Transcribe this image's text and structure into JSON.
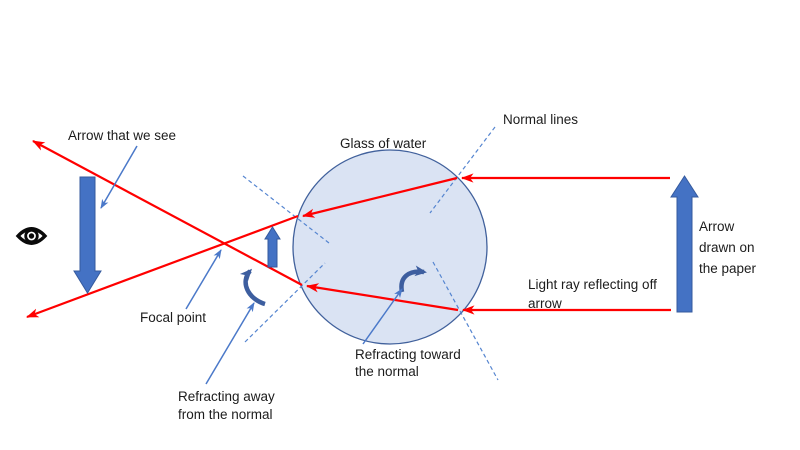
{
  "diagram": {
    "subject": "light-refraction-through-glass-of-water",
    "labels": {
      "arrow_we_see": {
        "text": "Arrow that we see"
      },
      "glass_of_water": {
        "text": "Glass of water"
      },
      "normal_lines": {
        "text": "Normal lines"
      },
      "arrow_drawn": {
        "lines": [
          "Arrow",
          "drawn on",
          "the paper"
        ]
      },
      "light_ray": {
        "lines": [
          "Light ray reflecting off",
          "arrow"
        ]
      },
      "focal_point": {
        "text": "Focal point"
      },
      "refracting_away": {
        "lines": [
          "Refracting away",
          "from the normal"
        ]
      },
      "refracting_toward": {
        "lines": [
          "Refracting toward",
          "the normal"
        ]
      }
    },
    "icons": {
      "eye": "eye-icon"
    },
    "colors": {
      "ray_red": "#ff0000",
      "block_arrow_blue": "#4472c4",
      "curve_arrow_blue": "#3d5e9f",
      "annotation_blue": "#4b79c9",
      "normal_dashed_blue": "#5585d0",
      "glass_fill": "#dae3f3",
      "glass_stroke": "#41619c",
      "text_black": "#1c1c1c",
      "eye_black": "#0a0a0a",
      "background": "#ffffff"
    }
  }
}
